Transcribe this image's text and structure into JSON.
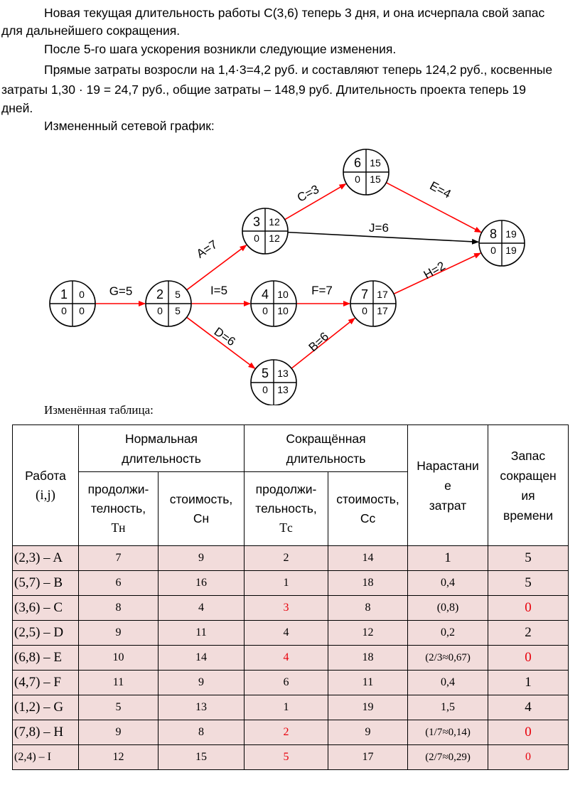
{
  "text": {
    "p1_a": "Новая текущая длительность работы  C(3,6)  теперь 3 дня, и она исчерпала свой запас",
    "p1_b": "для дальнейшего сокращения.",
    "p2": "После 5-го шага ускорения возникли следующие изменения.",
    "p3_a": "Прямые затраты  возросли на 1,4·3=4,2 руб. и составляют теперь  124,2 руб., косвенные",
    "p3_b": "затраты 1,30 · 19 = 24,7 руб., общие затраты – 148,9 руб.  Длительность проекта теперь 19",
    "p3_c": "дней.",
    "p4": "Измененный сетевой график:"
  },
  "network": {
    "nodes": [
      {
        "id": "1",
        "tl": "1",
        "tr": "0",
        "bl": "0",
        "br": "0"
      },
      {
        "id": "2",
        "tl": "2",
        "tr": "5",
        "bl": "0",
        "br": "5"
      },
      {
        "id": "3",
        "tl": "3",
        "tr": "12",
        "bl": "0",
        "br": "12"
      },
      {
        "id": "4",
        "tl": "4",
        "tr": "10",
        "bl": "0",
        "br": "10"
      },
      {
        "id": "5",
        "tl": "5",
        "tr": "13",
        "bl": "0",
        "br": "13"
      },
      {
        "id": "6",
        "tl": "6",
        "tr": "15",
        "bl": "0",
        "br": "15"
      },
      {
        "id": "7",
        "tl": "7",
        "tr": "17",
        "bl": "0",
        "br": "17"
      },
      {
        "id": "8",
        "tl": "8",
        "tr": "19",
        "bl": "0",
        "br": "19"
      }
    ],
    "edges": [
      {
        "label": "G=5",
        "critical": true
      },
      {
        "label": "A=7",
        "critical": true
      },
      {
        "label": "I=5",
        "critical": true
      },
      {
        "label": "D=6",
        "critical": true
      },
      {
        "label": "C=3",
        "critical": true
      },
      {
        "label": "J=6",
        "critical": false
      },
      {
        "label": "F=7",
        "critical": true
      },
      {
        "label": "B=6",
        "critical": true
      },
      {
        "label": "E=4",
        "critical": true
      },
      {
        "label": "H=2",
        "critical": true
      }
    ],
    "colors": {
      "critical": "#ff0000",
      "normal": "#000000"
    }
  },
  "table": {
    "caption": "Изменённая таблица:",
    "headers": {
      "work_a": "Работа",
      "work_b": "(i,j)",
      "normal_a": "Нормальная",
      "normal_b": "длительность",
      "crash_a": "Сокращённая",
      "crash_b": "длительность",
      "growth_a": "Нарастани",
      "growth_b": "е",
      "growth_c": "затрат",
      "reserve_a": "Запас",
      "reserve_b": "сокращен",
      "reserve_c": "ия",
      "reserve_d": "времени",
      "dur_a": "продолжи-",
      "dur_b": "телность,",
      "tn": "Tн",
      "cost": "стоимость,",
      "cn": "Cн",
      "dur2_a": "продолжи-",
      "dur2_b": "тельность,",
      "tc": "Tс",
      "cost2": "стоимость,",
      "cc": "Cс"
    },
    "rows": [
      {
        "work": "(2,3) – A",
        "tn": "7",
        "cn": "9",
        "tc": "2",
        "cc": "14",
        "growth": "1",
        "reserve": "5",
        "tc_red": false,
        "reserve_red": false
      },
      {
        "work": "(5,7) – B",
        "tn": "6",
        "cn": "16",
        "tc": "1",
        "cc": "18",
        "growth": "0,4",
        "reserve": "5",
        "tc_red": false,
        "reserve_red": false
      },
      {
        "work": "(3,6) – C",
        "tn": "8",
        "cn": "4",
        "tc": "3",
        "cc": "8",
        "growth": "(0,8)",
        "reserve": "0",
        "tc_red": true,
        "reserve_red": true
      },
      {
        "work": "(2,5) – D",
        "tn": "9",
        "cn": "11",
        "tc": "4",
        "cc": "12",
        "growth": "0,2",
        "reserve": "2",
        "tc_red": false,
        "reserve_red": false
      },
      {
        "work": "(6,8) – E",
        "tn": "10",
        "cn": "14",
        "tc": "4",
        "cc": "18",
        "growth": "(2/3≈0,67)",
        "reserve": "0",
        "tc_red": true,
        "reserve_red": true
      },
      {
        "work": "(4,7) – F",
        "tn": "11",
        "cn": "9",
        "tc": "6",
        "cc": "11",
        "growth": "0,4",
        "reserve": "1",
        "tc_red": false,
        "reserve_red": false
      },
      {
        "work": "(1,2) – G",
        "tn": "5",
        "cn": "13",
        "tc": "1",
        "cc": "19",
        "growth": "1,5",
        "reserve": "4",
        "tc_red": false,
        "reserve_red": false
      },
      {
        "work": "(7,8) – H",
        "tn": "9",
        "cn": "8",
        "tc": "2",
        "cc": "9",
        "growth": "(1/7≈0,14)",
        "reserve": "0",
        "tc_red": true,
        "reserve_red": true
      },
      {
        "work": "(2,4) – I",
        "tn": "12",
        "cn": "15",
        "tc": "5",
        "cc": "17",
        "growth": "(2/7≈0,29)",
        "reserve": "0",
        "tc_red": true,
        "reserve_red": true
      }
    ]
  }
}
